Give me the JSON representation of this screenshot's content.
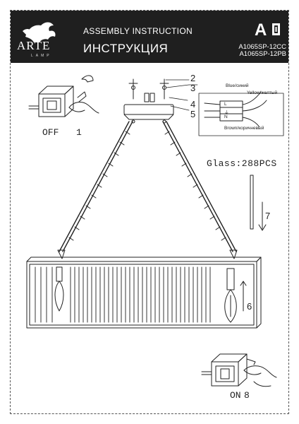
{
  "header": {
    "brand": "ARTE",
    "brand_sub": "LAMP",
    "title_en": "ASSEMBLY INSTRUCTION",
    "title_ru": "ИНСТРУКЦИЯ",
    "class_letter": "A",
    "models": [
      "A1065SP-12CC",
      "A1065SP-12PB"
    ]
  },
  "wiring": {
    "blue": "Blue/синий",
    "yellow": "Yellow/желтый",
    "brown": "Brown/коричневый",
    "terminals": [
      "L",
      "⏚",
      "N"
    ]
  },
  "steps": {
    "off_text": "OFF",
    "off_num": "1",
    "on_text": "ON",
    "on_num": "8",
    "callouts": [
      "2",
      "3",
      "4",
      "5",
      "6",
      "7"
    ]
  },
  "glass_note": "Glass:288PCS"
}
